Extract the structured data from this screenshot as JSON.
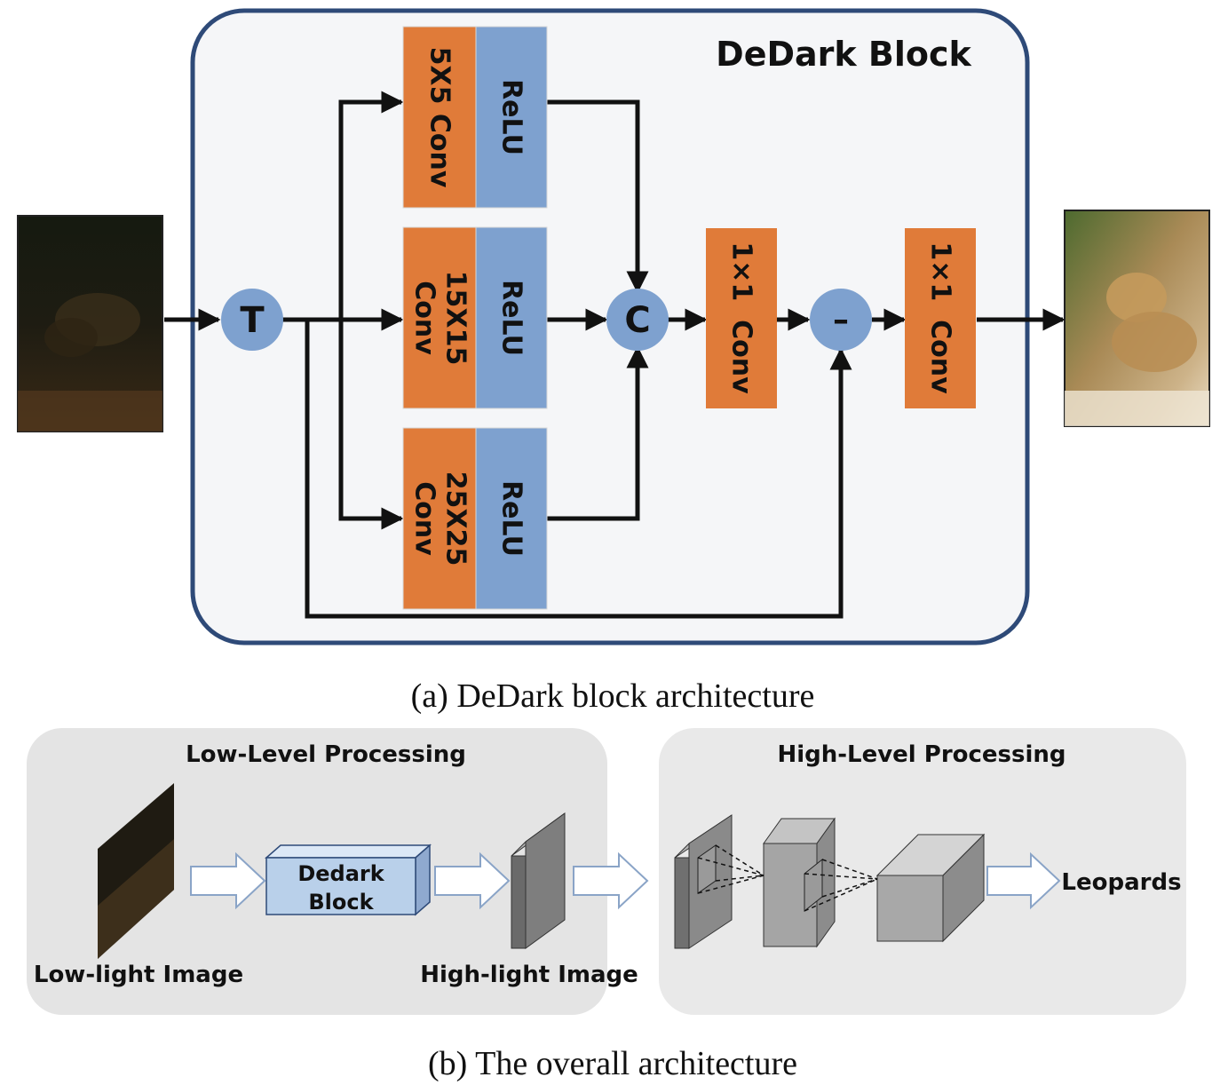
{
  "panel_a": {
    "block_title": "DeDark Block",
    "input_node": "T",
    "branches": [
      {
        "conv_label": "5X5 Conv",
        "relu_label": "ReLU"
      },
      {
        "conv_line1": "15X15",
        "conv_line2": "Conv",
        "relu_label": "ReLU"
      },
      {
        "conv_line1": "25X25",
        "conv_line2": "Conv",
        "relu_label": "ReLU"
      }
    ],
    "concat_node": "C",
    "conv1x1_a": "1×1  Conv",
    "subtract_node": "–",
    "conv1x1_b": "1×1  Conv",
    "caption": "(a) DeDark block architecture"
  },
  "panel_b": {
    "low_level_title": "Low-Level Processing",
    "high_level_title": "High-Level Processing",
    "dedark_line1": "Dedark",
    "dedark_line2": "Block",
    "low_light_label": "Low-light Image",
    "high_light_label": "High-light Image",
    "output_label": "Leopards",
    "caption": "(b) The overall architecture"
  },
  "colors": {
    "conv": "#e07b39",
    "relu": "#7ea1cf",
    "node": "#7ea1cf",
    "block_border": "#2e4a78",
    "block_fill": "#f5f6f8",
    "panel_fill": "#e4e4e4",
    "dedark_block": "#b9d0ea"
  }
}
